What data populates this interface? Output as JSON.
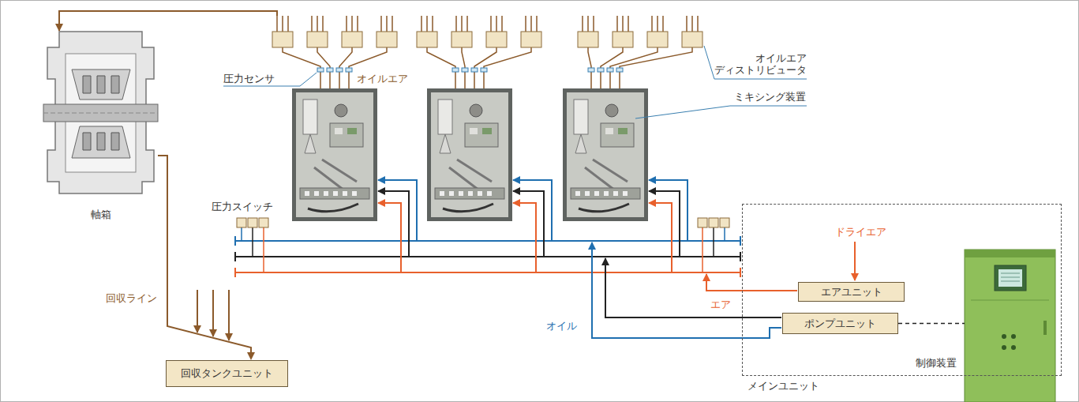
{
  "diagram": {
    "nodes": [
      {
        "text": [
          "軸箱"
        ]
      },
      {
        "text": [
          "回収タンクユニット"
        ]
      },
      {
        "text": [
          "メインユニット"
        ]
      },
      {
        "text": [
          "エアユニット"
        ],
        "in": 2
      },
      {
        "text": [
          "ポンプユニット"
        ],
        "in": 2
      },
      {
        "text": [
          "制御装置"
        ]
      }
    ],
    "edges": [
      {
        "from": 0,
        "to": 1,
        "arrow": "to"
      },
      {
        "from": 4,
        "to": 5,
        "arrow": "none"
      }
    ],
    "labels": [
      "オイルエア ディストリビュータ",
      "圧力センサ",
      "オイルエア",
      "ミキシング装置",
      "圧力スイッチ",
      "ドライエア",
      "エア",
      "オイル",
      "回収ライン"
    ]
  }
}
